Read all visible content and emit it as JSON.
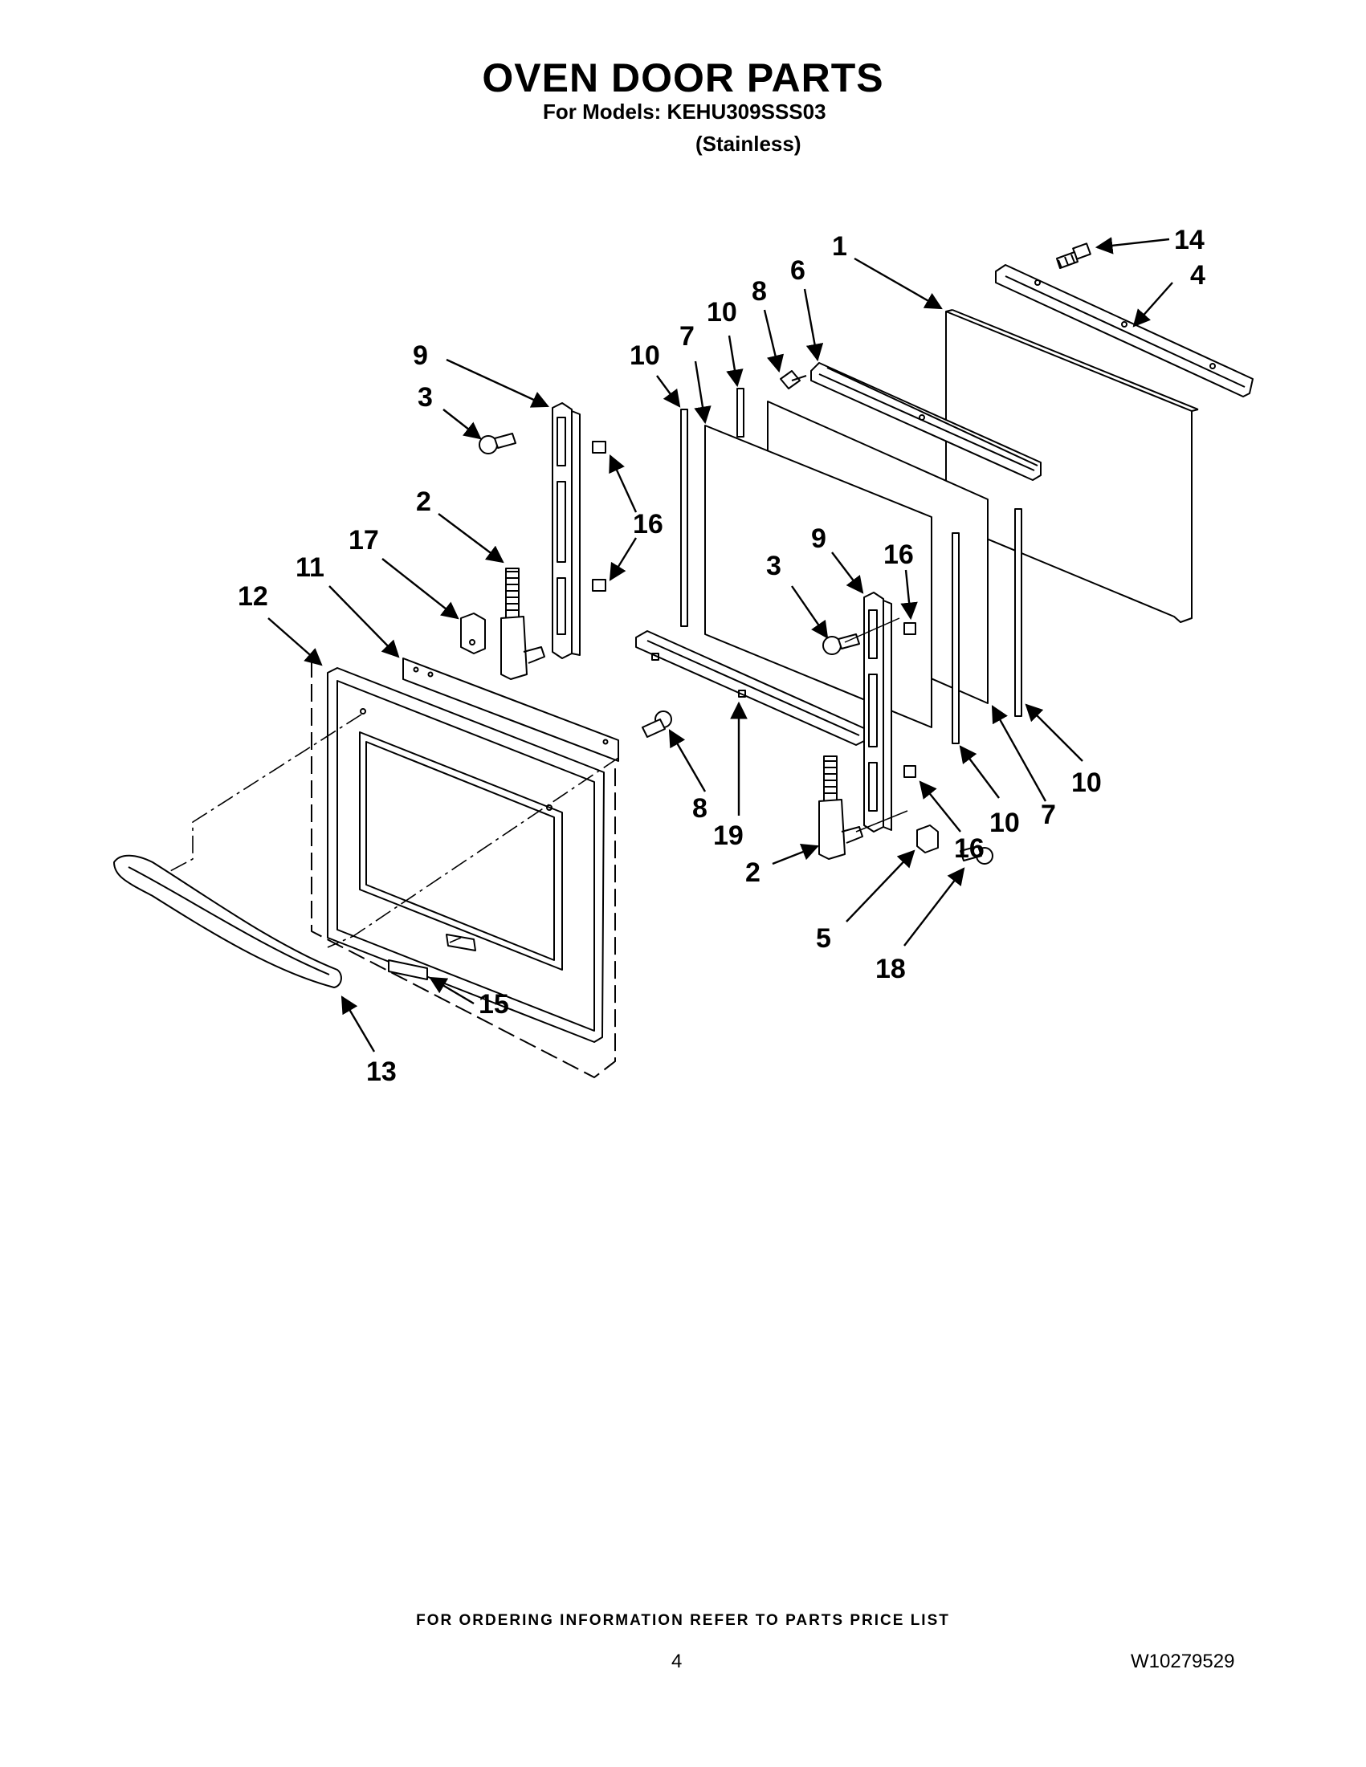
{
  "header": {
    "title": "OVEN DOOR PARTS",
    "models_line": "For Models: KEHU309SSS03",
    "variant_line": "(Stainless)"
  },
  "callouts": [
    {
      "id": "c1",
      "label": "1"
    },
    {
      "id": "c14",
      "label": "14"
    },
    {
      "id": "c4",
      "label": "4"
    },
    {
      "id": "c6",
      "label": "6"
    },
    {
      "id": "c8a",
      "label": "8"
    },
    {
      "id": "c10a",
      "label": "10"
    },
    {
      "id": "c7a",
      "label": "7"
    },
    {
      "id": "c10b",
      "label": "10"
    },
    {
      "id": "c9a",
      "label": "9"
    },
    {
      "id": "c3a",
      "label": "3"
    },
    {
      "id": "c16a",
      "label": "16"
    },
    {
      "id": "c2a",
      "label": "2"
    },
    {
      "id": "c17",
      "label": "17"
    },
    {
      "id": "c11",
      "label": "11"
    },
    {
      "id": "c12",
      "label": "12"
    },
    {
      "id": "c9b",
      "label": "9"
    },
    {
      "id": "c16b",
      "label": "16"
    },
    {
      "id": "c3b",
      "label": "3"
    },
    {
      "id": "c8b",
      "label": "8"
    },
    {
      "id": "c19",
      "label": "19"
    },
    {
      "id": "c2b",
      "label": "2"
    },
    {
      "id": "c10c",
      "label": "10"
    },
    {
      "id": "c7b",
      "label": "7"
    },
    {
      "id": "c10d",
      "label": "10"
    },
    {
      "id": "c16c",
      "label": "16"
    },
    {
      "id": "c5",
      "label": "5"
    },
    {
      "id": "c18",
      "label": "18"
    },
    {
      "id": "c15",
      "label": "15"
    },
    {
      "id": "c13",
      "label": "13"
    }
  ],
  "footer": {
    "ordering_note": "FOR ORDERING INFORMATION REFER TO PARTS PRICE LIST",
    "page_number": "4",
    "document_number": "W10279529"
  }
}
